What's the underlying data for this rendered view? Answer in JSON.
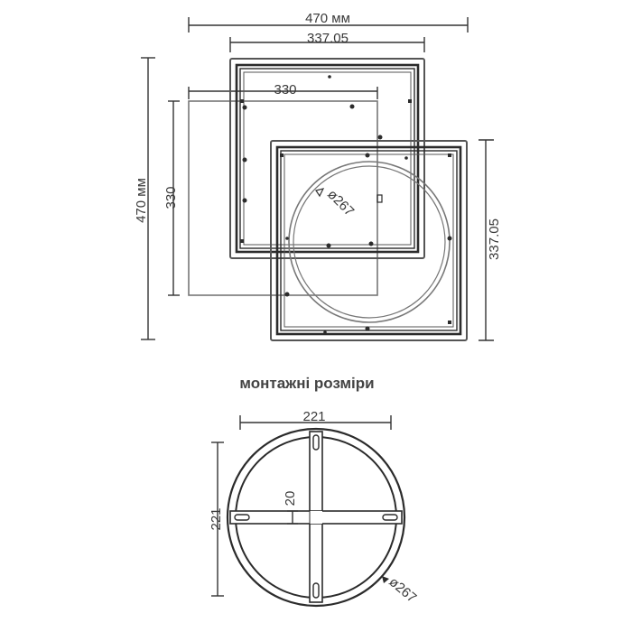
{
  "colors": {
    "line": "#333333",
    "text": "#3a3a3a",
    "frame_dark": "#2b2b2b",
    "frame_gray": "#777777"
  },
  "top_view": {
    "overall_width": "470 мм",
    "overall_height": "470 мм",
    "square_outer_width": "337.05",
    "square_outer_height": "337.05",
    "square_inner_width": "330",
    "square_inner_height": "330",
    "circle_diameter": "ø267"
  },
  "section_title": "монтажні розміри",
  "mount_view": {
    "width": "221",
    "height": "221",
    "slot_offset": "20",
    "ring_diameter": "ø267"
  }
}
